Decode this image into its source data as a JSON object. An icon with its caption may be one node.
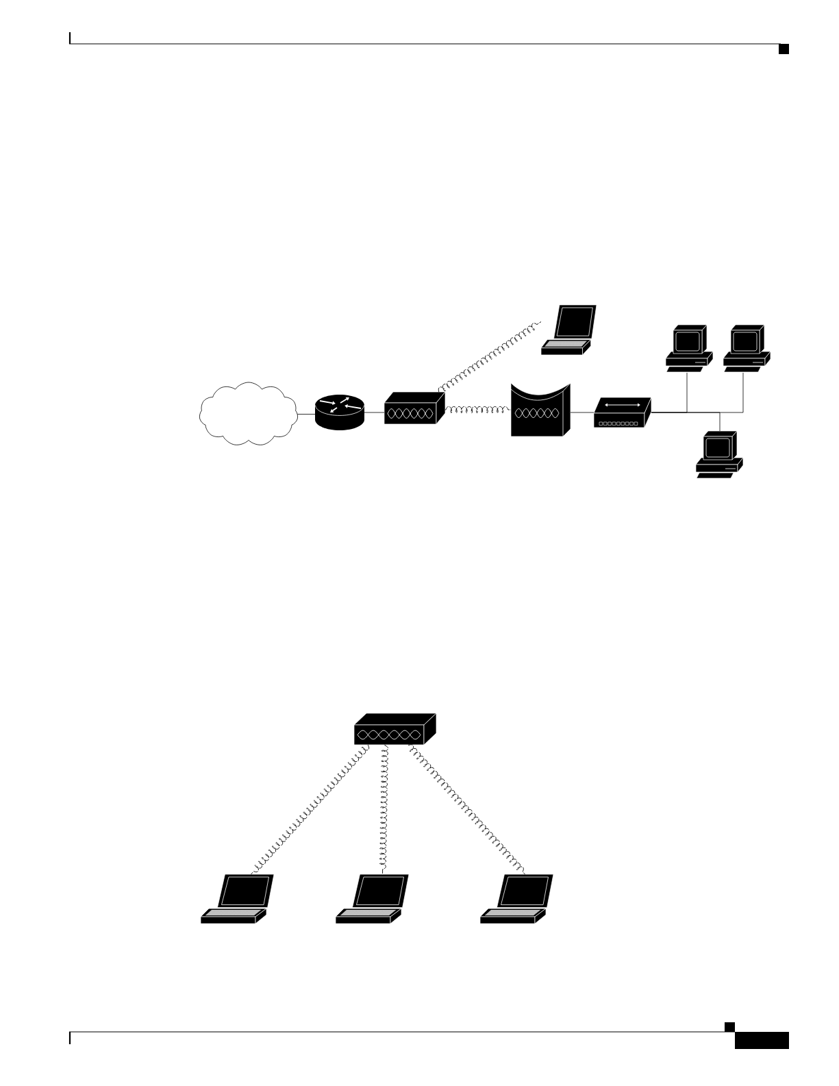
{
  "diagram": {
    "nodes": [
      {
        "text": [],
        "shape": "cloud"
      },
      {
        "text": [],
        "shape": "cylinder"
      },
      {
        "text": [],
        "shape": "box"
      },
      {
        "text": [],
        "shape": "picture"
      },
      {
        "text": [],
        "shape": "box"
      },
      {
        "text": [],
        "shape": "box"
      },
      {
        "text": [],
        "shape": "picture"
      },
      {
        "text": [],
        "shape": "picture"
      },
      {
        "text": [],
        "shape": "picture"
      },
      {
        "text": [],
        "shape": "box"
      },
      {
        "text": [],
        "shape": "picture"
      },
      {
        "text": [],
        "shape": "picture"
      },
      {
        "text": [],
        "shape": "picture"
      }
    ],
    "edges": [
      {
        "from": 0,
        "to": 1,
        "arrow": "none"
      },
      {
        "from": 1,
        "to": 2,
        "arrow": "none"
      },
      {
        "from": 2,
        "to": 3,
        "arrow": "none",
        "style": "dashed"
      },
      {
        "from": 2,
        "to": 4,
        "arrow": "none",
        "style": "dashed"
      },
      {
        "from": 4,
        "to": 5,
        "arrow": "none"
      },
      {
        "from": 5,
        "to": 6,
        "arrow": "none"
      },
      {
        "from": 5,
        "to": 7,
        "arrow": "none"
      },
      {
        "from": 5,
        "to": 8,
        "arrow": "none"
      },
      {
        "from": 9,
        "to": 10,
        "arrow": "none",
        "style": "dashed"
      },
      {
        "from": 9,
        "to": 11,
        "arrow": "none",
        "style": "dashed"
      },
      {
        "from": 9,
        "to": 12,
        "arrow": "none",
        "style": "dashed"
      }
    ]
  }
}
